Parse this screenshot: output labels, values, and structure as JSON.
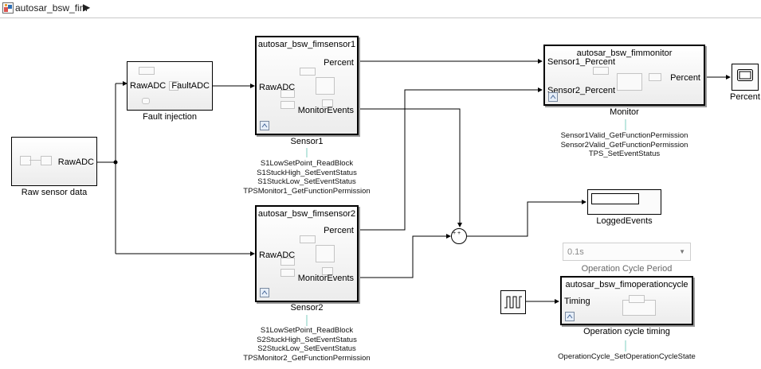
{
  "toolbar": {
    "model_icon": "simulink-model-icon",
    "breadcrumb": "autosar_bsw_fim",
    "breadcrumb_arrow": "▶"
  },
  "blocks": {
    "raw_sensor": {
      "port_out": "RawADC",
      "caption": "Raw sensor data"
    },
    "fault_injection": {
      "port_in": "RawADC",
      "port_out": "FaultADC",
      "caption": "Fault injection"
    },
    "sensor1": {
      "title": "autosar_bsw_fimsensor1",
      "port_in": "RawADC",
      "port_out1": "Percent",
      "port_out2": "MonitorEvents",
      "caption": "Sensor1",
      "annotations": [
        "S1LowSetPoint_ReadBlock",
        "S1StuckHigh_SetEventStatus",
        "S1StuckLow_SetEventStatus",
        "TPSMonitor1_GetFunctionPermission"
      ]
    },
    "sensor2": {
      "title": "autosar_bsw_fimsensor2",
      "port_in": "RawADC",
      "port_out1": "Percent",
      "port_out2": "MonitorEvents",
      "caption": "Sensor2",
      "annotations": [
        "S1LowSetPoint_ReadBlock",
        "S2StuckHigh_SetEventStatus",
        "S2StuckLow_SetEventStatus",
        "TPSMonitor2_GetFunctionPermission"
      ]
    },
    "monitor": {
      "title": "autosar_bsw_fimmonitor",
      "port_in1": "Sensor1_Percent",
      "port_in2": "Sensor2_Percent",
      "port_out": "Percent",
      "caption": "Monitor",
      "annotations": [
        "Sensor1Valid_GetFunctionPermission",
        "Sensor2Valid_GetFunctionPermission",
        "TPS_SetEventStatus"
      ]
    },
    "scope": {
      "caption": "Percent"
    },
    "sum": {
      "signs": "+ +"
    },
    "logged_events": {
      "caption": "LoggedEvents"
    },
    "operation_cycle_period": {
      "value": "0.1s",
      "caption": "Operation Cycle Period"
    },
    "operation_cycle": {
      "title": "autosar_bsw_fimoperationcycle",
      "port_in": "Timing",
      "caption": "Operation cycle timing",
      "annotations": [
        "OperationCycle_SetOperationCycleState"
      ]
    }
  }
}
